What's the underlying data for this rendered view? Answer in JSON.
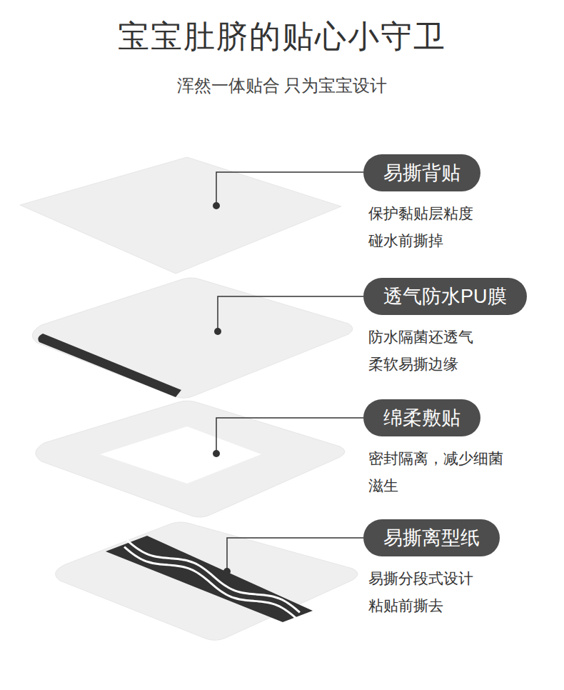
{
  "diagram": {
    "title": "宝宝肚脐的贴心小守卫",
    "caption": "浑然一体贴合 只为宝宝设计",
    "nodes": [
      {
        "text": [
          "易撕背贴",
          "保护黏贴层粘度 碰水前撕掉"
        ]
      },
      {
        "text": [
          "透气防水PU膜",
          "防水隔菌还透气 柔软易撕边缘"
        ]
      },
      {
        "text": [
          "绵柔敷贴",
          "密封隔离，减少细菌 滋生"
        ]
      },
      {
        "text": [
          "易撕离型纸",
          "易撕分段式设计 粘贴前撕去"
        ]
      }
    ]
  }
}
